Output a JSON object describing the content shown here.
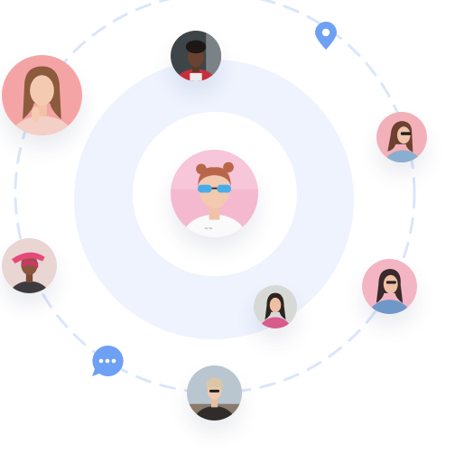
{
  "scene": {
    "colors": {
      "orbit_ring": "#dfe8fd",
      "orbit_dashes": "#dbe6fb",
      "accent_blue": "#6ea0f4",
      "soft_fill": "#eef3fe"
    },
    "avatars": [
      {
        "id": "center",
        "icon": "person-photo-pink-hair"
      },
      {
        "id": "top",
        "icon": "person-photo-curly-hair"
      },
      {
        "id": "top-left",
        "icon": "person-photo-blonde"
      },
      {
        "id": "right-upper",
        "icon": "person-photo-sunglasses"
      },
      {
        "id": "left",
        "icon": "person-photo-visor"
      },
      {
        "id": "right-lower",
        "icon": "person-photo-denim"
      },
      {
        "id": "inner-lower",
        "icon": "person-photo-small"
      },
      {
        "id": "bottom",
        "icon": "person-photo-cap"
      }
    ],
    "icons": {
      "location": "map-pin-icon",
      "chat": "chat-bubble-icon"
    }
  }
}
